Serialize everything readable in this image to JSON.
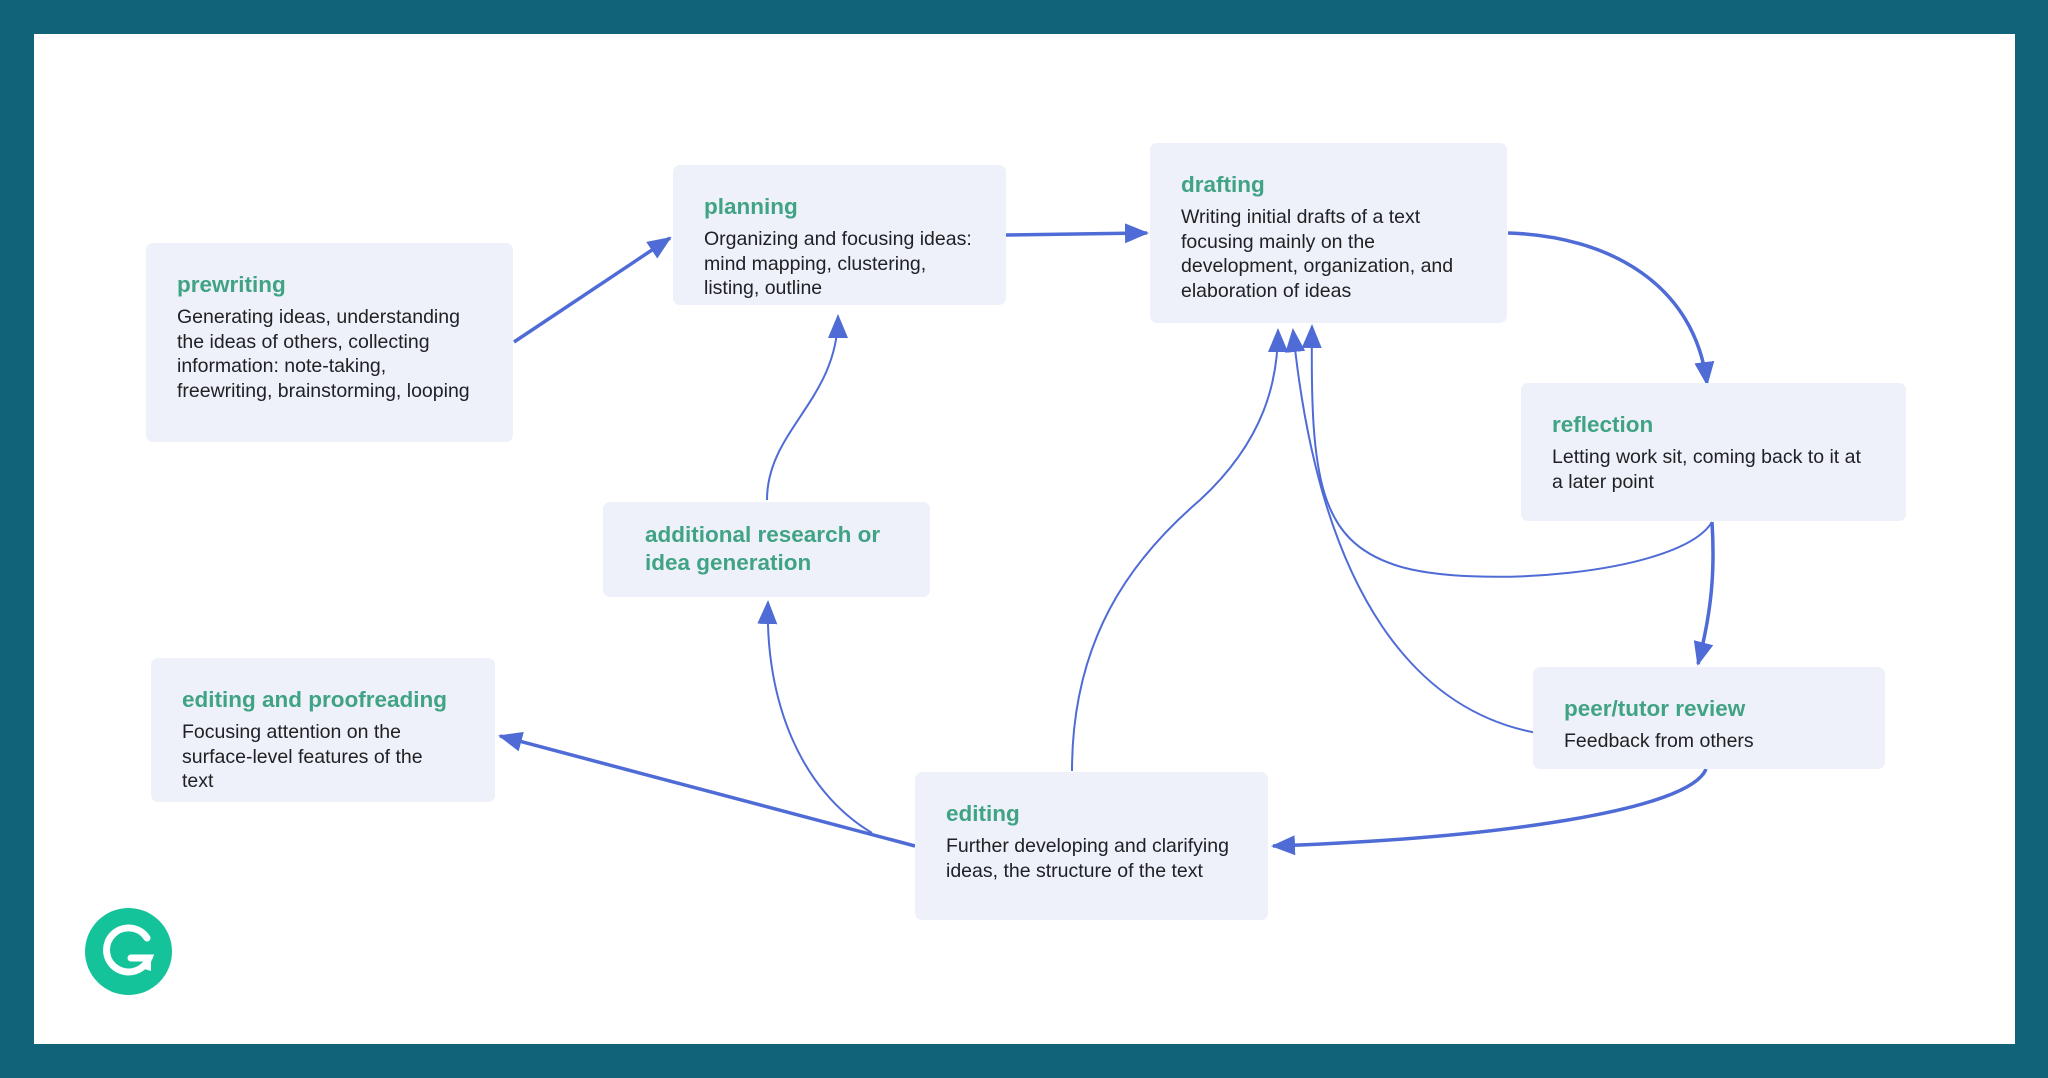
{
  "stages": {
    "prewriting": {
      "title": "prewriting",
      "desc": "Generating ideas, understanding the ideas of others, collecting information: note-taking, freewriting, brainstorming, looping"
    },
    "planning": {
      "title": "planning",
      "desc": "Organizing and focusing ideas: mind mapping, clustering, listing, outline"
    },
    "drafting": {
      "title": "drafting",
      "desc": "Writing initial drafts of a text focusing mainly on the development, organization, and elaboration of ideas"
    },
    "reflection": {
      "title": "reflection",
      "desc": "Letting work sit, coming back to it at a later point"
    },
    "peer_review": {
      "title": "peer/tutor review",
      "desc": "Feedback from others"
    },
    "editing": {
      "title": "editing",
      "desc": "Further developing and clarifying ideas, the structure of the text"
    },
    "additional_research": {
      "title": "additional research or idea generation"
    },
    "proofreading": {
      "title": "editing and proofreading",
      "desc": "Focusing attention on the surface-level features of the text"
    }
  },
  "colors": {
    "outer_border": "#11637a",
    "box_fill": "#eef1fa",
    "title_green": "#41a385",
    "arrow_blue": "#4f6bd6",
    "logo_green": "#15c39a"
  },
  "logo": {
    "icon": "grammarly-g-logo"
  }
}
